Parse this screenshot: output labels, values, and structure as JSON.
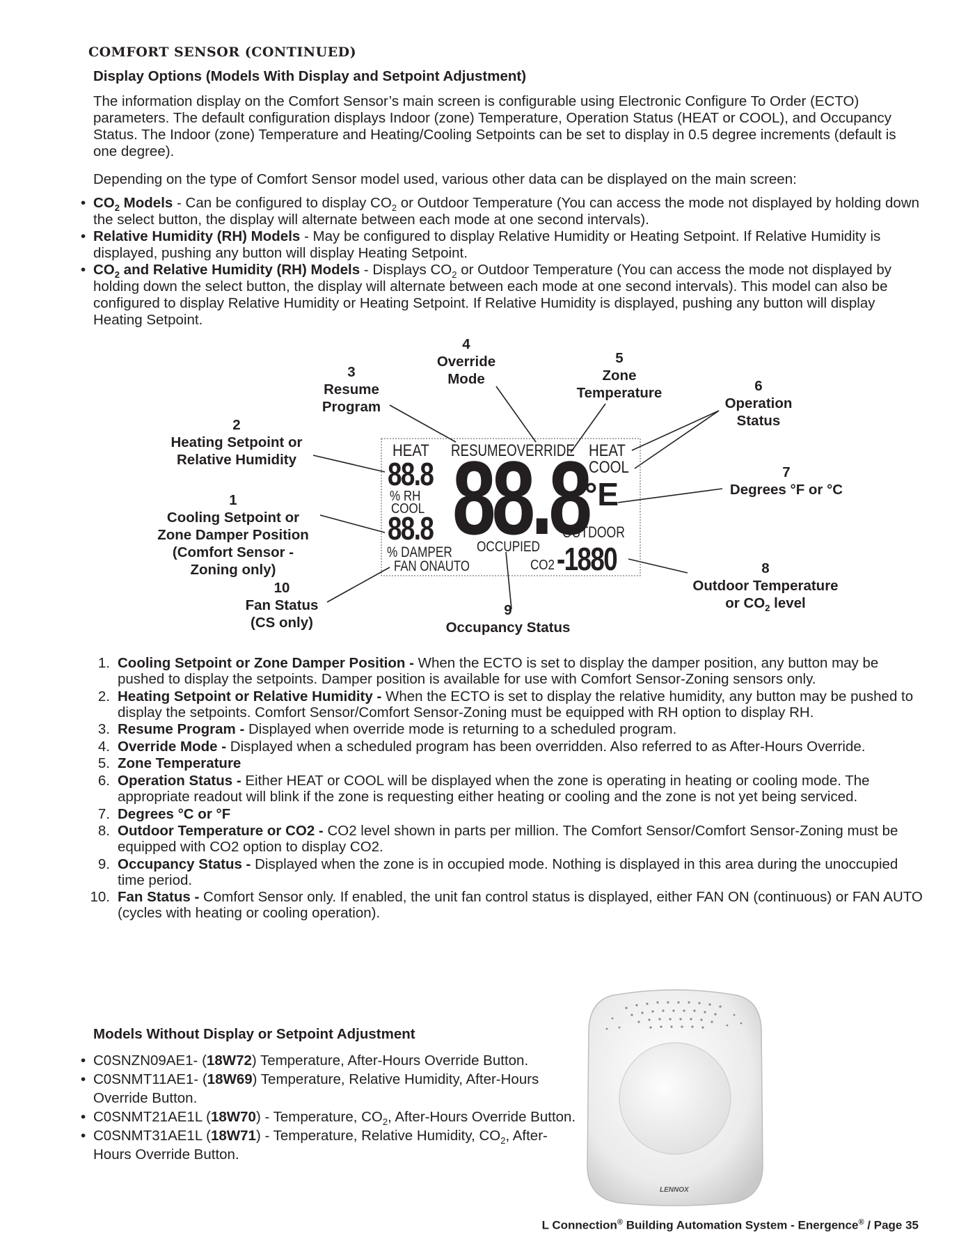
{
  "section_title": "COMFORT SENSOR (CONTINUED)",
  "subtitle": "Display Options (Models With Display and Setpoint Adjustment)",
  "intro_paragraph": "The information display on the Comfort Sensor’s main screen is configurable using Electronic Configure To Order (ECTO) parameters. The default configuration displays Indoor (zone) Temperature, Operation Status (HEAT or COOL), and Occupancy Status. The Indoor (zone) Temperature and Heating/Cooling Setpoints can be set to display in 0.5 degree increments (default is one degree).",
  "depending_paragraph": "Depending on the type of Comfort Sensor model used, various other data can be displayed on the main screen:",
  "bullets": [
    {
      "bold_a": "CO",
      "bold_sub": "2",
      "bold_b": " Models",
      "text_a": " - Can be configured to display CO",
      "text_sub": "2",
      "text_b": " or Outdoor Temperature (You can access the mode not displayed by holding down the select button, the display will alternate between each mode at one second intervals)."
    },
    {
      "bold_a": "Relative Humidity (RH) Models",
      "text_a": " - May be configured to display Relative Humidity or Heating Setpoint. If Relative Humidity is displayed, pushing any button will display Heating Setpoint."
    },
    {
      "bold_a": "CO",
      "bold_sub": "2",
      "bold_b": " and Relative Humidity (RH) Models",
      "text_a": " - Displays CO",
      "text_sub": "2",
      "text_b": " or Outdoor Temperature (You can access the mode not displayed by holding down the select button, the display will alternate between each mode at one second intervals). This model can also be configured to display Relative Humidity or Heating Setpoint. If Relative Humidity is displayed, pushing any button will display Heating Setpoint."
    }
  ],
  "diagram": {
    "callouts": {
      "c1_num": "1",
      "c1_l1": "Cooling Setpoint or",
      "c1_l2": "Zone Damper Position",
      "c1_l3": "(Comfort Sensor -",
      "c1_l4": "Zoning only)",
      "c2_num": "2",
      "c2_l1": "Heating Setpoint or",
      "c2_l2": "Relative Humidity",
      "c3_num": "3",
      "c3_l1": "Resume",
      "c3_l2": "Program",
      "c4_num": "4",
      "c4_l1": "Override",
      "c4_l2": "Mode",
      "c5_num": "5",
      "c5_l1": "Zone",
      "c5_l2": "Temperature",
      "c6_num": "6",
      "c6_l1": "Operation",
      "c6_l2": "Status",
      "c7_num": "7",
      "c7_l1": "Degrees °F or °C",
      "c8_num": "8",
      "c8_l1": "Outdoor Temperature",
      "c8_l2a": "or CO",
      "c8_sub": "2",
      "c8_l2b": " level",
      "c9_num": "9",
      "c9_l1": "Occupancy Status",
      "c10_num": "10",
      "c10_l1": "Fan Status",
      "c10_l2": "(CS only)"
    },
    "lcd": {
      "heat_left": "HEAT",
      "heat_value": "88.8",
      "rh": "% RH",
      "cool_left": "COOL",
      "cool_value": "88.8",
      "damper": "% DAMPER",
      "fan": "FAN ONAUTO",
      "resume_override": "RESUMEOVERRIDE",
      "big_digits": "88.8",
      "heat_right": "HEAT",
      "cool_right": "COOL",
      "degree": "°E",
      "outdoor": "OUTDOOR",
      "occupied": "OCCUPIED",
      "co2": "CO2",
      "outdoor_value": "-1880"
    }
  },
  "numbered_items": [
    {
      "num": "1.",
      "bold": "Cooling Setpoint or Zone Damper Position -",
      "text": " When the ECTO is set to display the damper position, any button may be pushed to display the setpoints. Damper position is available for use with Comfort Sensor-Zoning sensors only."
    },
    {
      "num": "2.",
      "bold": "Heating Setpoint or Relative Humidity -",
      "text": " When the ECTO is set to display the relative humidity, any button may be pushed to display the setpoints. Comfort Sensor/Comfort Sensor-Zoning must be equipped with RH option to display RH."
    },
    {
      "num": "3.",
      "bold": "Resume Program -",
      "text": " Displayed when override mode is returning to a scheduled program."
    },
    {
      "num": "4.",
      "bold": "Override Mode -",
      "text": " Displayed when a scheduled program has been overridden. Also referred to as After-Hours Override."
    },
    {
      "num": "5.",
      "bold": "Zone Temperature",
      "text": ""
    },
    {
      "num": "6.",
      "bold": "Operation Status -",
      "text": " Either HEAT or COOL will be displayed when the zone is operating in heating or cooling mode. The appropriate readout will blink if the zone is requesting either heating or cooling and the zone is not yet being serviced."
    },
    {
      "num": "7.",
      "bold": "Degrees °C or °F",
      "text": ""
    },
    {
      "num": "8.",
      "bold": "Outdoor Temperature or CO2 -",
      "text": " CO2 level shown in parts per million. The Comfort Sensor/Comfort Sensor-Zoning must be equipped with CO2 option to display CO2."
    },
    {
      "num": "9.",
      "bold": "Occupancy Status -",
      "text": " Displayed when the zone is in occupied mode. Nothing is displayed in this area during the unoccupied time period."
    },
    {
      "num": "10.",
      "bold": "Fan Status -",
      "text": " Comfort Sensor only. If enabled, the unit fan control status is displayed, either FAN ON (continuous) or FAN AUTO (cycles with heating or cooling operation)."
    }
  ],
  "models_title": "Models Without Display or Setpoint Adjustment",
  "models": [
    {
      "a": "C0SNZN09AE1- (",
      "bold": "18W72",
      "b": ") Temperature, After-Hours Override Button.",
      "sub": "",
      "c": ""
    },
    {
      "a": "C0SNMT11AE1- (",
      "bold": "18W69",
      "b": ") Temperature, Relative Humidity, After-Hours Override Button.",
      "sub": "",
      "c": ""
    },
    {
      "a": "C0SNMT21AE1L (",
      "bold": "18W70",
      "b": ") - Temperature, CO",
      "sub": "2",
      "c": ", After-Hours Override Button."
    },
    {
      "a": "C0SNMT31AE1L (",
      "bold": "18W71",
      "b": ") - Temperature, Relative Humidity, CO",
      "sub": "2",
      "c": ", After-Hours Override Button."
    }
  ],
  "device_logo": "LENNOX",
  "footer": {
    "a": "L Connection",
    "reg": "®",
    "b": " Building Automation System - Energence",
    "reg2": "®",
    "c": " / Page 35"
  }
}
